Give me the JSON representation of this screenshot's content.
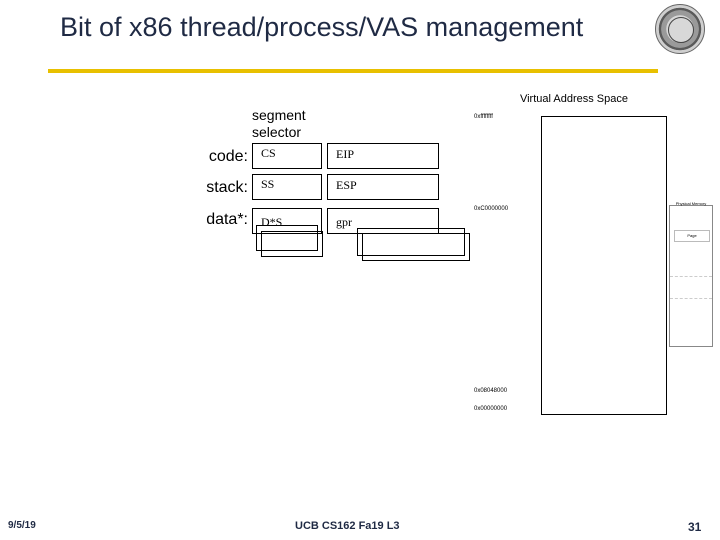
{
  "title": "Bit of x86 thread/process/VAS management",
  "colors": {
    "title": "#1f2a44",
    "rule": "#e8c000"
  },
  "vas_label": "Virtual Address Space",
  "segment_selector_label": "segment selector",
  "rows": [
    {
      "label": "code:",
      "selector": "CS",
      "register": "EIP"
    },
    {
      "label": "stack:",
      "selector": "SS",
      "register": "ESP"
    },
    {
      "label": "data*:",
      "selector": "D*S",
      "register": "gpr"
    }
  ],
  "addresses": [
    "0xffffffff",
    "0xC0000000",
    "0x08048000",
    "0x00000000"
  ],
  "physical_memory": {
    "title": "Physical Memory",
    "page_label": "Page"
  },
  "footer": {
    "date": "9/5/19",
    "course": "UCB CS162 Fa19 L3",
    "page": "31"
  }
}
